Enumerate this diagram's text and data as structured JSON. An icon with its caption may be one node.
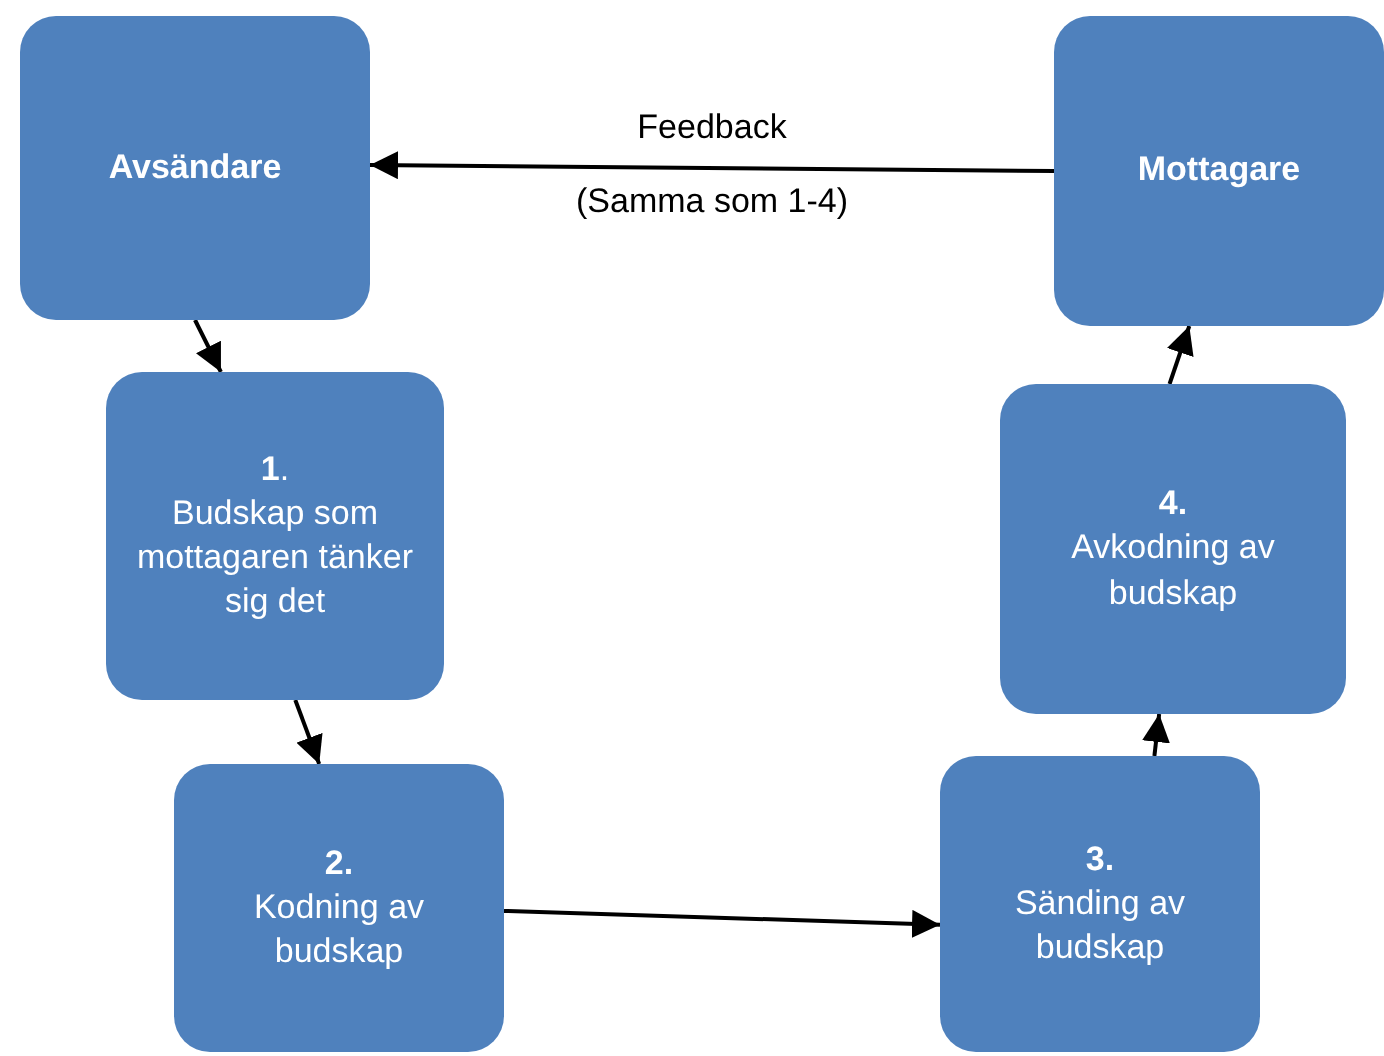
{
  "diagram": {
    "nodes": [
      {
        "text": [
          "Avsändare"
        ]
      },
      {
        "text": [
          "**1**.",
          "Budskap som mottagaren tänker sig det"
        ]
      },
      {
        "text": [
          "2.",
          "Kodning av budskap"
        ]
      },
      {
        "text": [
          "3.",
          "Sänding av budskap"
        ]
      },
      {
        "text": [
          "4.",
          "Avkodning av budskap"
        ]
      },
      {
        "text": [
          "Mottagare"
        ]
      }
    ],
    "edges": [
      {
        "from": 5,
        "to": 0,
        "arrow": "to",
        "label": "Feedback"
      },
      {
        "from": 0,
        "to": 1,
        "arrow": "to"
      },
      {
        "from": 1,
        "to": 2,
        "arrow": "to"
      },
      {
        "from": 2,
        "to": 3,
        "arrow": "to"
      },
      {
        "from": 3,
        "to": 4,
        "arrow": "to"
      },
      {
        "from": 4,
        "to": 5,
        "arrow": "to"
      }
    ],
    "labels": [
      "(Samma som 1-4)"
    ]
  }
}
